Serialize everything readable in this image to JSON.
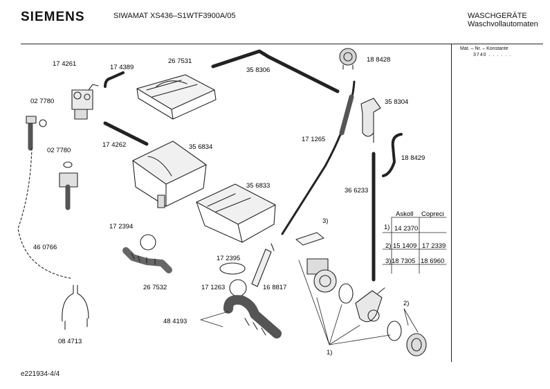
{
  "header": {
    "brand": "SIEMENS",
    "model": "SIWAMAT XS436–S1WTF3900A/05",
    "category_line1": "WASCHGERÄTE",
    "category_line2": "Waschvollautomaten"
  },
  "side_panel": {
    "caption": "Mat. – Nr. – Konstante",
    "value": "3740 . . . . . ."
  },
  "footer": {
    "doc_id": "e221934-4/4"
  },
  "part_labels": [
    "17 4261",
    "17 4389",
    "26 7531",
    "35 8306",
    "18 8428",
    "02 7780",
    "17 4262",
    "35 6834",
    "17 1265",
    "35 8304",
    "02 7780",
    "18 8429",
    "35 6833",
    "36 6233",
    "3)",
    "17 2394",
    "46 0766",
    "17 2395",
    "26 7532",
    "17 1263",
    "16 8817",
    "48 4193",
    "08 4713",
    "2)",
    "1)"
  ],
  "table": {
    "headers": [
      "Askoll",
      "Copreci"
    ],
    "rows": [
      {
        "ref": "1)",
        "askoll": "14 2370",
        "copreci": ""
      },
      {
        "ref": "2)",
        "askoll": "15 1409",
        "copreci": "17 2339"
      },
      {
        "ref": "3)",
        "askoll": "18 7305",
        "copreci": "18 6960"
      }
    ]
  }
}
